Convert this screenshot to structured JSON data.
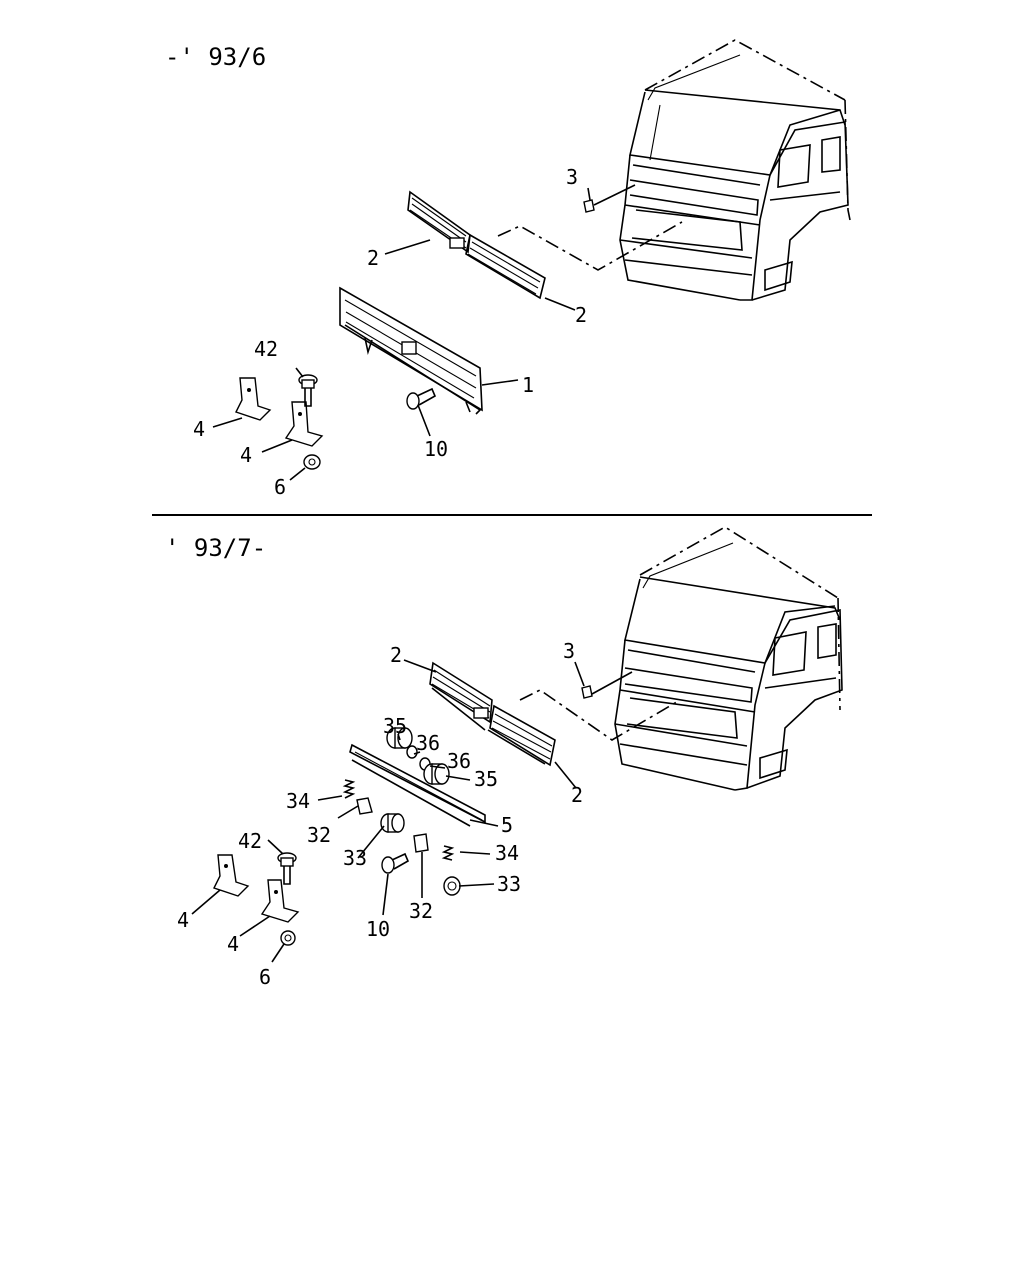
{
  "sections": [
    {
      "title": "-' 93/6",
      "callouts": [
        "3",
        "2",
        "2",
        "1",
        "42",
        "4",
        "4",
        "6",
        "10"
      ]
    },
    {
      "title": "' 93/7-",
      "callouts": [
        "2",
        "3",
        "35",
        "36",
        "36",
        "35",
        "34",
        "5",
        "2",
        "32",
        "33",
        "34",
        "42",
        "33",
        "32",
        "10",
        "4",
        "4",
        "6"
      ]
    }
  ],
  "colors": {
    "line": "#000000",
    "background": "#ffffff"
  }
}
